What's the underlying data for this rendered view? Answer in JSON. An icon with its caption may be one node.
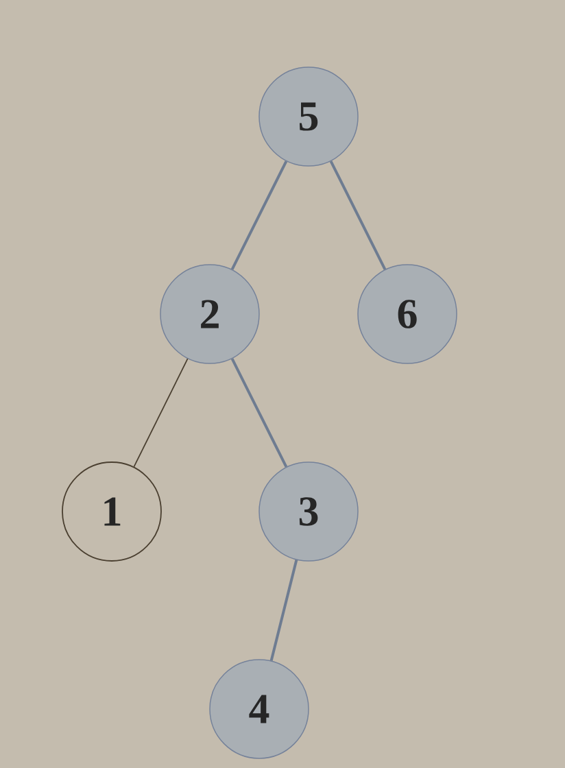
{
  "diagram": {
    "nodes": [
      {
        "text": [
          "5"
        ]
      },
      {
        "text": [
          "2"
        ]
      },
      {
        "text": [
          "6"
        ]
      },
      {
        "text": [
          "1"
        ]
      },
      {
        "text": [
          "3"
        ]
      },
      {
        "text": [
          "4"
        ]
      }
    ],
    "edges": [
      {
        "from": 0,
        "to": 1,
        "arrow": "none"
      },
      {
        "from": 0,
        "to": 2,
        "arrow": "none"
      },
      {
        "from": 1,
        "to": 3,
        "arrow": "none",
        "color": "#4a3f30"
      },
      {
        "from": 1,
        "to": 4,
        "arrow": "none"
      },
      {
        "from": 4,
        "to": 5,
        "arrow": "none"
      }
    ]
  }
}
